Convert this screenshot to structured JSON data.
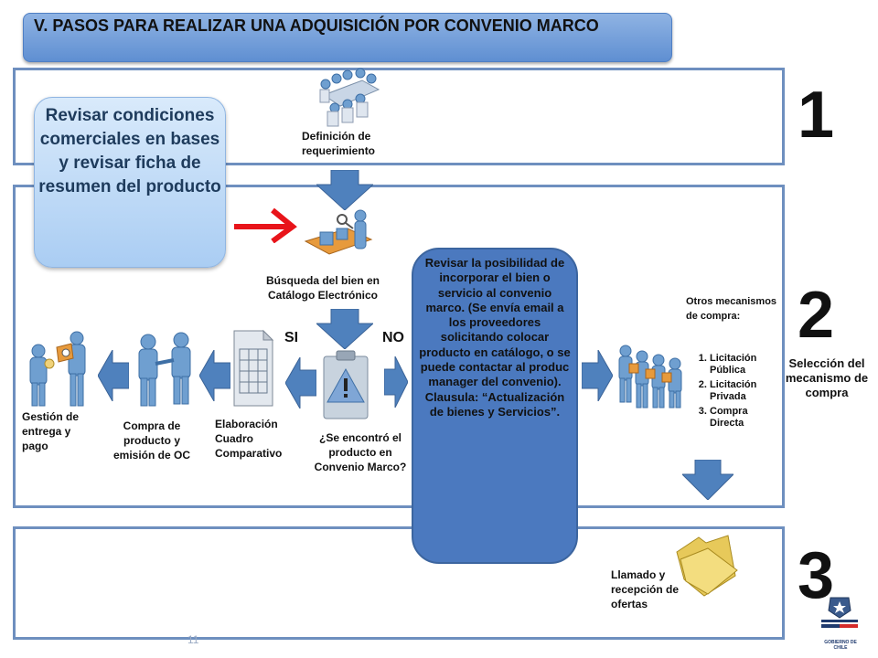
{
  "title": "V. PASOS PARA REALIZAR UNA ADQUISICIÓN POR CONVENIO MARCO",
  "sections": {
    "one": "1",
    "two": "2",
    "three": "3"
  },
  "bubble_text": "Revisar condiciones comerciales en bases y revisar ficha de resumen del producto",
  "steps": {
    "definicion": "Definición de requerimiento",
    "busqueda": "Búsqueda del bien en Catálogo Electrónico",
    "encontro": "¿Se encontró el producto en Convenio Marco?",
    "elaboracion": "Elaboración Cuadro Comparativo",
    "compra": "Compra de producto y emisión de OC",
    "gestion": "Gestión de entrega y pago",
    "llamado": "Llamado y recepción de ofertas"
  },
  "branch": {
    "si": "SI",
    "no": "NO"
  },
  "revisar_text": "Revisar la posibilidad de incorporar el bien o servicio al convenio marco. (Se envía email a los proveedores solicitando colocar producto en catálogo, o se puede contactar al produc manager del convenio). Clausula: “Actualización de bienes y Servicios”.",
  "otros": {
    "header": "Otros mecanismos de compra:",
    "items": [
      "Licitación Pública",
      "Licitación Privada",
      "Compra Directa"
    ]
  },
  "seleccion_label": "Selección del mecanismo de compra",
  "logo_text": "GOBIERNO DE CHILE",
  "page_number": "11",
  "colors": {
    "arrow_blue": "#4f81bd",
    "panel_border": "#6e8fbf",
    "red_arrow": "#e8141a",
    "blue_box": "#4b79bf"
  }
}
